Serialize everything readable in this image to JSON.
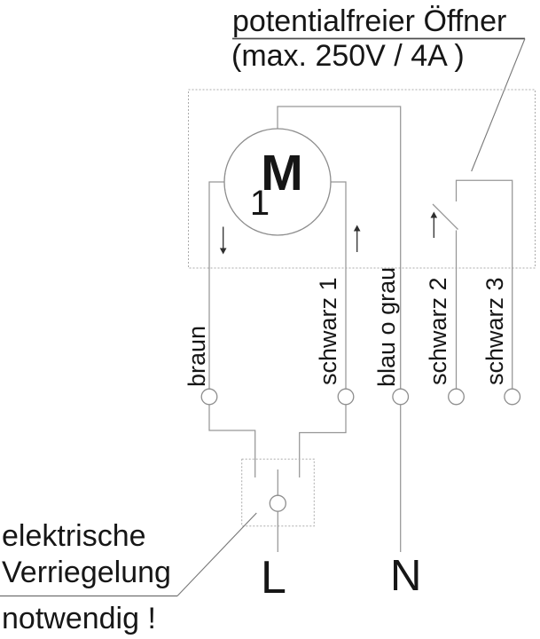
{
  "diagram": {
    "top_note": {
      "line1": "potentialfreier Öffner",
      "line2": "(max. 250V / 4A )"
    },
    "motor": {
      "label": "M",
      "number": "1"
    },
    "wire_labels": [
      "braun",
      "schwarz 1",
      "blau o grau",
      "schwarz 2",
      "schwarz 3"
    ],
    "supply": {
      "live": "L",
      "neutral": "N"
    },
    "bottom_note": {
      "line1": "elektrische",
      "line2": "Verriegelung",
      "line3": "notwendig !"
    },
    "colors": {
      "background": "#ffffff",
      "wire": "#969696",
      "dashed_box": "#ababab",
      "text": "#161616",
      "arrow": "#2e2e2e",
      "pointer_line": "#787878"
    }
  }
}
